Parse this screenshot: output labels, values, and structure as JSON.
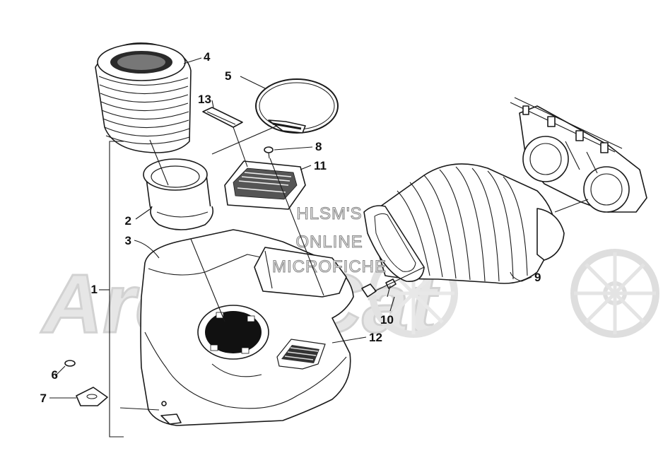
{
  "diagram": {
    "watermark": {
      "brand": "Arctic Cat",
      "lines": [
        "HLSM'S",
        "ONLINE",
        "MICROFICHE"
      ]
    },
    "callouts": [
      {
        "id": "1",
        "label": "1"
      },
      {
        "id": "2",
        "label": "2"
      },
      {
        "id": "3",
        "label": "3"
      },
      {
        "id": "4",
        "label": "4"
      },
      {
        "id": "5",
        "label": "5"
      },
      {
        "id": "6",
        "label": "6"
      },
      {
        "id": "7",
        "label": "7"
      },
      {
        "id": "8",
        "label": "8"
      },
      {
        "id": "9",
        "label": "9"
      },
      {
        "id": "10",
        "label": "10"
      },
      {
        "id": "11",
        "label": "11"
      },
      {
        "id": "12",
        "label": "12"
      },
      {
        "id": "13",
        "label": "13"
      }
    ]
  }
}
